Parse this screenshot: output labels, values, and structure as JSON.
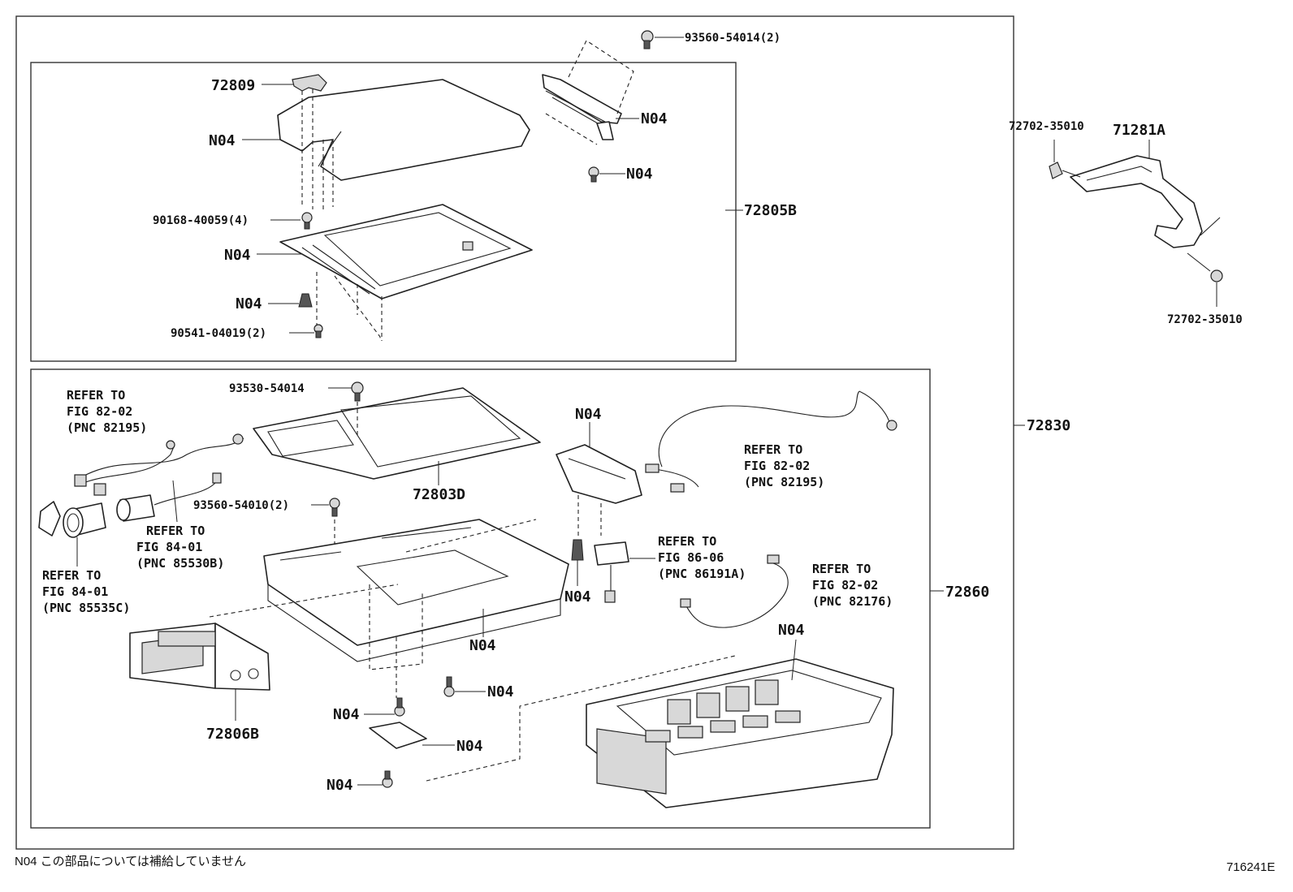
{
  "labels": {
    "l72809": "72809",
    "lN04_lid": "N04",
    "l90168": "90168-40059(4)",
    "lN04_plate": "N04",
    "lN04_clip": "N04",
    "l90541": "90541-04019(2)",
    "l93560_top": "93560-54014(2)",
    "lN04_hinge": "N04",
    "lN04_hinge_clip": "N04",
    "l72805B": "72805B",
    "l72702_a": "72702-35010",
    "l71281A": "71281A",
    "l72702_b": "72702-35010",
    "l72830": "72830",
    "l93530": "93530-54014",
    "l72803D": "72803D",
    "lN04_bracket": "N04",
    "l93560_mid": "93560-54010(2)",
    "lN04_clip2": "N04",
    "lN04_box": "N04",
    "lN04_screw": "N04",
    "lN04_clip3": "N04",
    "lN04_pocket": "N04",
    "lN04_clip4": "N04",
    "lN04_tray": "N04",
    "l72806B": "72806B",
    "l72860": "72860"
  },
  "refs": {
    "r1": [
      "REFER TO",
      "FIG 82-02",
      "(PNC 82195)"
    ],
    "r2": [
      "REFER TO",
      "FIG 84-01",
      "(PNC 85530B)"
    ],
    "r3": [
      "REFER TO",
      "FIG 84-01",
      "(PNC 85535C)"
    ],
    "r4": [
      "REFER TO",
      "FIG 82-02",
      "(PNC 82195)"
    ],
    "r5": [
      "REFER TO",
      "FIG 86-06",
      "(PNC 86191A)"
    ],
    "r6": [
      "REFER TO",
      "FIG 82-02",
      "(PNC 82176)"
    ]
  },
  "footnote": "N04 この部品については補給していません",
  "figure_id": "716241E"
}
